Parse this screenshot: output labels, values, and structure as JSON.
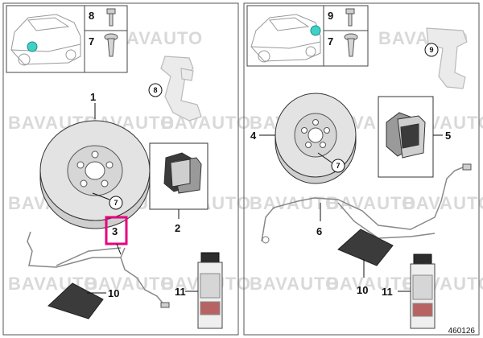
{
  "watermark": "BAVAUTO",
  "diagram_id": "460126",
  "left_panel": {
    "inset": {
      "top_bolt_label": "8",
      "bottom_bolt_label": "7"
    },
    "labels": {
      "disc": "1",
      "pads": "2",
      "sensor": "3",
      "grease": "10",
      "spray": "11",
      "carrier": "8",
      "disc_screw": "7"
    }
  },
  "right_panel": {
    "inset": {
      "top_bolt_label": "9",
      "bottom_bolt_label": "7"
    },
    "labels": {
      "disc": "4",
      "pads": "5",
      "sensor": "6",
      "grease": "10",
      "spray": "11",
      "carrier": "9",
      "disc_screw": "7"
    }
  },
  "colors": {
    "highlight": "#e6007e",
    "part_fill": "#d9d9d9",
    "marker": "#3fd1c7"
  }
}
